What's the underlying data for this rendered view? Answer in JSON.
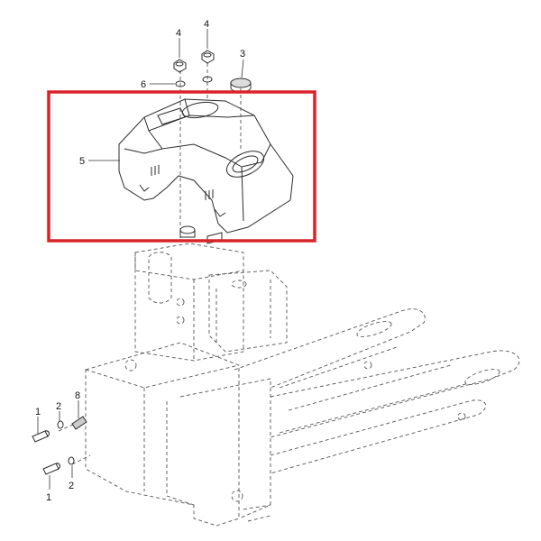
{
  "diagram": {
    "highlight_color": "#d8232a",
    "callouts": {
      "c1a": "1",
      "c1b": "1",
      "c2a": "2",
      "c2b": "2",
      "c3": "3",
      "c4a": "4",
      "c4b": "4",
      "c5": "5",
      "c6": "6",
      "c8": "8"
    }
  }
}
